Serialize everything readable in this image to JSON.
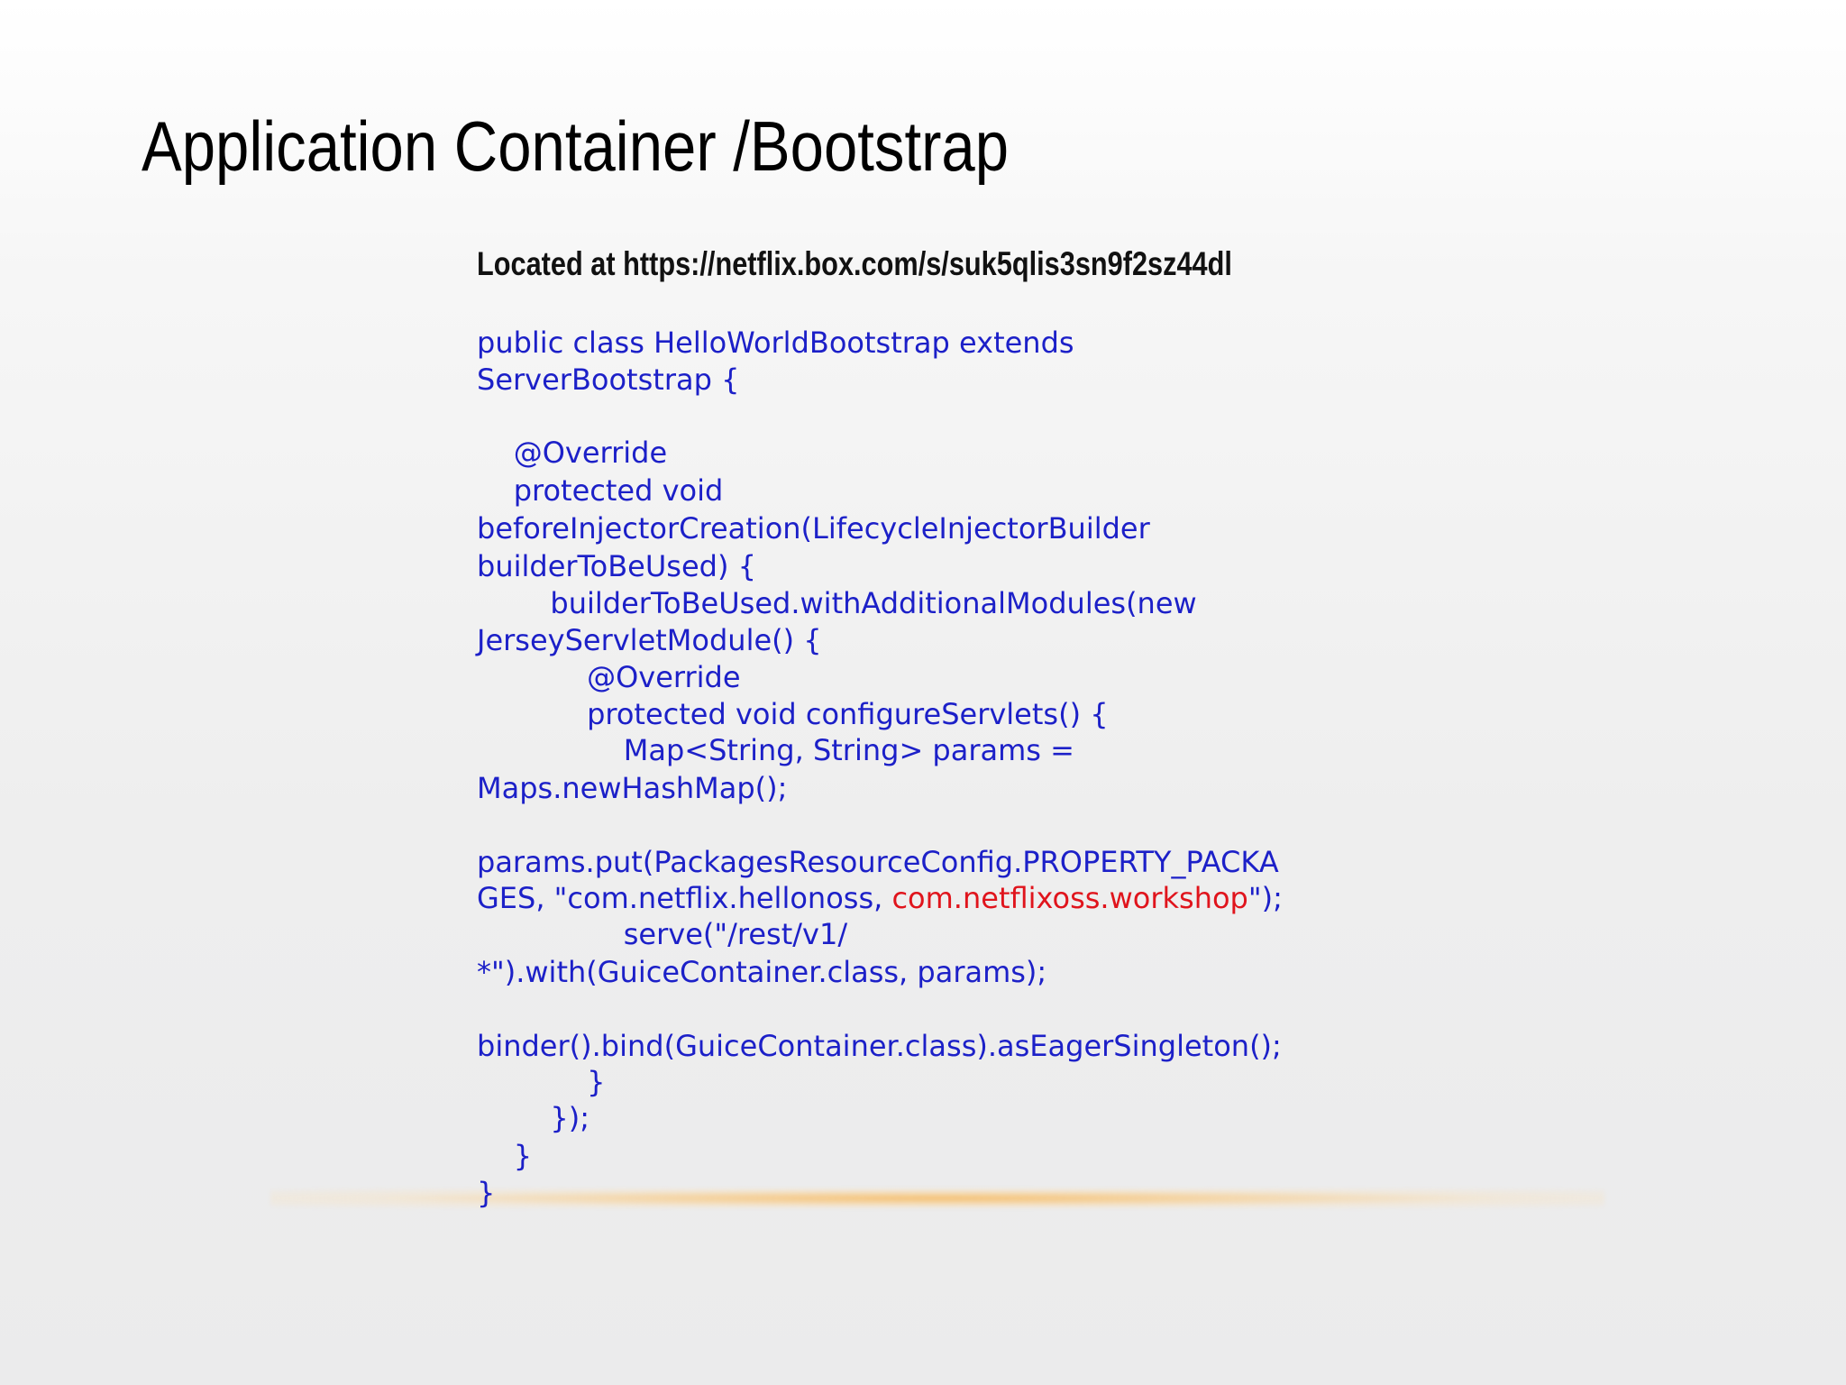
{
  "slide": {
    "title": "Application Container /Bootstrap",
    "source": "Located at https://netflix.box.com/s/suk5qlis3sn9f2sz44dl"
  },
  "code": {
    "text_color": "#1c20c8",
    "highlight_color": "#e0141c",
    "lines": [
      [
        "public class HelloWorldBootstrap extends"
      ],
      [
        "ServerBootstrap {"
      ],
      [
        ""
      ],
      [
        "    @Override"
      ],
      [
        "    protected void"
      ],
      [
        "beforeInjectorCreation(LifecycleInjectorBuilder"
      ],
      [
        "builderToBeUsed) {"
      ],
      [
        "        builderToBeUsed.withAdditionalModules(new"
      ],
      [
        "JerseyServletModule() {"
      ],
      [
        "            @Override"
      ],
      [
        "            protected void configureServlets() {"
      ],
      [
        "                Map<String, String> params ="
      ],
      [
        "Maps.newHashMap();"
      ],
      [
        ""
      ],
      [
        "params.put(PackagesResourceConfig.PROPERTY_PACKA"
      ],
      [
        "GES, \"com.netflix.hellonoss, ",
        "com.netflixoss.workshop",
        "\");"
      ],
      [
        "                serve(\"/rest/v1/"
      ],
      [
        "*\").with(GuiceContainer.class, params);"
      ],
      [
        ""
      ],
      [
        "binder().bind(GuiceContainer.class).asEagerSingleton();"
      ],
      [
        "            }"
      ],
      [
        "        });"
      ],
      [
        "    }"
      ],
      [
        "}"
      ]
    ]
  }
}
